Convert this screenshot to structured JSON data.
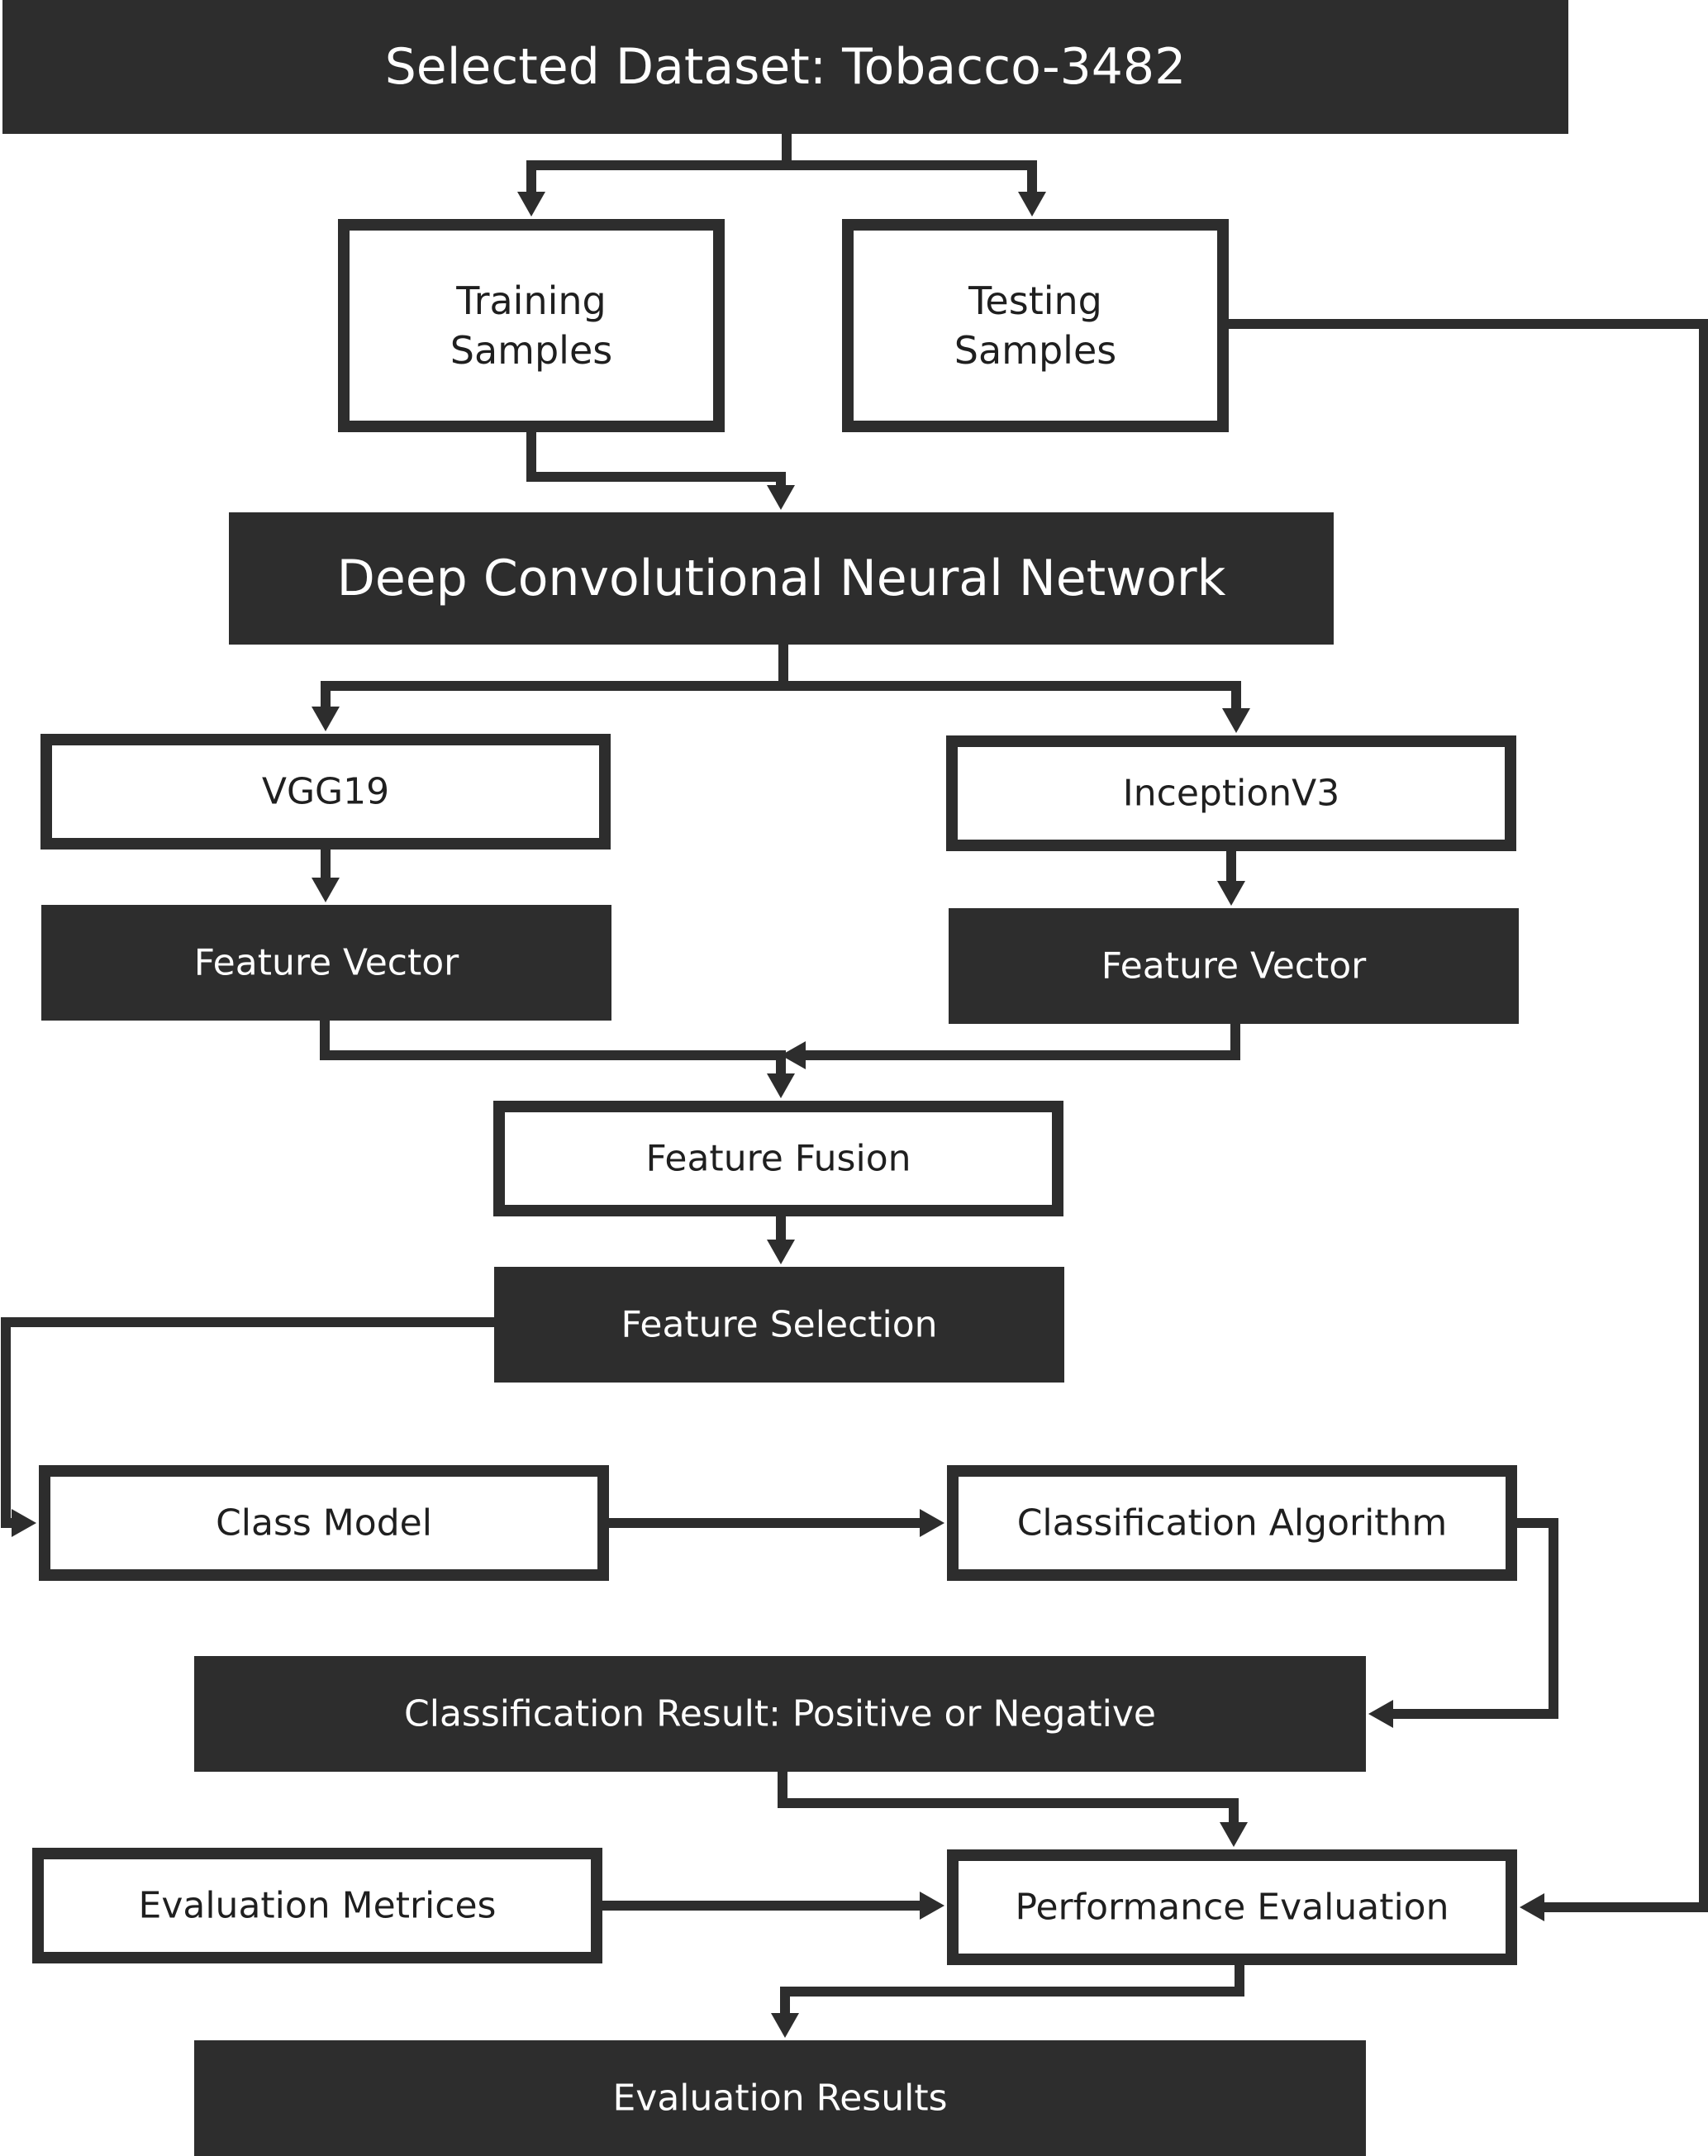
{
  "diagram": {
    "nodes": [
      {
        "id": "dataset",
        "lines": [
          "Selected Dataset: Tobacco-3482"
        ],
        "style": "dark"
      },
      {
        "id": "training",
        "lines": [
          "Training",
          "Samples"
        ],
        "style": "light"
      },
      {
        "id": "testing",
        "lines": [
          "Testing",
          "Samples"
        ],
        "style": "light"
      },
      {
        "id": "dcnn",
        "lines": [
          "Deep Convolutional Neural Network"
        ],
        "style": "dark"
      },
      {
        "id": "vgg19",
        "lines": [
          "VGG19"
        ],
        "style": "light"
      },
      {
        "id": "inception",
        "lines": [
          "InceptionV3"
        ],
        "style": "light"
      },
      {
        "id": "fv1",
        "lines": [
          "Feature Vector"
        ],
        "style": "dark"
      },
      {
        "id": "fv2",
        "lines": [
          "Feature Vector"
        ],
        "style": "dark"
      },
      {
        "id": "fusion",
        "lines": [
          "Feature Fusion"
        ],
        "style": "light"
      },
      {
        "id": "selection",
        "lines": [
          "Feature Selection"
        ],
        "style": "dark"
      },
      {
        "id": "classmodel",
        "lines": [
          "Class Model"
        ],
        "style": "light"
      },
      {
        "id": "classalgo",
        "lines": [
          "Classification Algorithm"
        ],
        "style": "light"
      },
      {
        "id": "result",
        "lines": [
          "Classification Result: Positive or Negative"
        ],
        "style": "dark"
      },
      {
        "id": "metrics",
        "lines": [
          "Evaluation Metrices"
        ],
        "style": "light"
      },
      {
        "id": "perf",
        "lines": [
          "Performance Evaluation"
        ],
        "style": "light"
      },
      {
        "id": "evalresults",
        "lines": [
          "Evaluation Results"
        ],
        "style": "dark"
      }
    ],
    "edges": [
      {
        "from": "dataset",
        "to": "training"
      },
      {
        "from": "dataset",
        "to": "testing"
      },
      {
        "from": "training",
        "to": "dcnn"
      },
      {
        "from": "dcnn",
        "to": "vgg19"
      },
      {
        "from": "dcnn",
        "to": "inception"
      },
      {
        "from": "vgg19",
        "to": "fv1"
      },
      {
        "from": "inception",
        "to": "fv2"
      },
      {
        "from": "fv1",
        "to": "fusion"
      },
      {
        "from": "fv2",
        "to": "fusion"
      },
      {
        "from": "fusion",
        "to": "selection"
      },
      {
        "from": "selection",
        "to": "classmodel"
      },
      {
        "from": "classmodel",
        "to": "classalgo"
      },
      {
        "from": "classalgo",
        "to": "result"
      },
      {
        "from": "result",
        "to": "perf"
      },
      {
        "from": "testing",
        "to": "perf"
      },
      {
        "from": "metrics",
        "to": "perf"
      },
      {
        "from": "perf",
        "to": "evalresults"
      }
    ],
    "colors": {
      "dark": "#2d2d2d",
      "light": "#ffffff",
      "text_light": "#ffffff",
      "text_dark": "#1f1f1f"
    }
  }
}
